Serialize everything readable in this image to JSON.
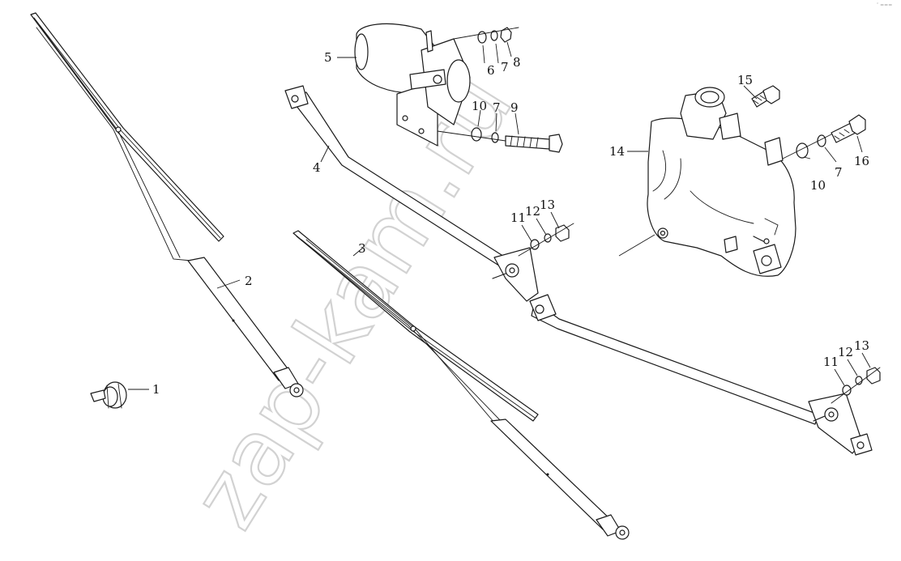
{
  "watermark": "zap-kam.ru",
  "corner_mark": "″ ===",
  "labels": {
    "p1": "1",
    "p2": "2",
    "p3": "3",
    "p4": "4",
    "p5": "5",
    "p6": "6",
    "p7a": "7",
    "p7b": "7",
    "p7c": "7",
    "p8": "8",
    "p9": "9",
    "p10a": "10",
    "p10b": "10",
    "p11a": "11",
    "p12a": "12",
    "p13a": "13",
    "p11b": "11",
    "p12b": "12",
    "p13b": "13",
    "p14": "14",
    "p15": "15",
    "p16": "16"
  },
  "colors": {
    "ink": "#1a1a1a",
    "watermark": "#d2d2d2",
    "paper": "#ffffff"
  }
}
